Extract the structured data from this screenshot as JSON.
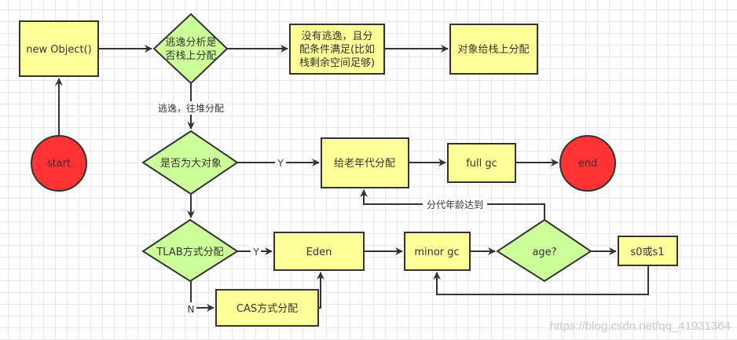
{
  "nodes": {
    "start": "start",
    "new_object": "new Object()",
    "escape_analysis": [
      "逃逸分析是",
      "否栈上分配"
    ],
    "no_escape": [
      "没有逃逸，且分",
      "配条件满足(比如",
      "栈剩余空间足够)"
    ],
    "stack_alloc": "对象给栈上分配",
    "is_large": "是否为大对象",
    "old_gen": "给老年代分配",
    "full_gc": "full gc",
    "end": "end",
    "tlab": "TLAB方式分配",
    "eden": "Eden",
    "minor_gc": "minor gc",
    "age": "age?",
    "survivor": "s0或s1",
    "cas": "CAS方式分配"
  },
  "edge_labels": {
    "escape_heap": "逃逸，往堆分配",
    "large_yes": "Y",
    "tlab_yes": "Y",
    "tlab_no": "N",
    "age_reached": "分代年龄达到"
  },
  "watermark": "https://blog.csdn.net/qq_41931364",
  "colors": {
    "process": "#ffff99",
    "decision": "#ccff99",
    "terminal": "#ff3333"
  }
}
